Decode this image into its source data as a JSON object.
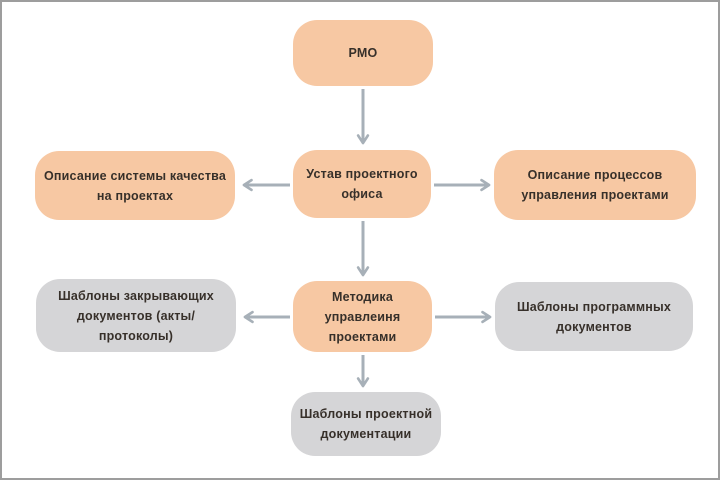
{
  "diagram": {
    "type": "flowchart",
    "colors": {
      "background": "#ffffff",
      "node_primary": "#f7c8a3",
      "node_secondary": "#d5d5d7",
      "arrow": "#a7b0b8",
      "text": "#37302a",
      "frame_border": "#9d9d9d"
    },
    "nodes": [
      {
        "id": "pmo",
        "type": "primary",
        "label": "РМО"
      },
      {
        "id": "ustav",
        "type": "primary",
        "label": "Устав проектного\nофиса"
      },
      {
        "id": "quality",
        "type": "primary",
        "label": "Описание системы качества\nна проектах"
      },
      {
        "id": "processes",
        "type": "primary",
        "label": "Описание процессов\nуправления проектами"
      },
      {
        "id": "metodika",
        "type": "primary",
        "label": "Методика\nуправлеиня\nпроектами"
      },
      {
        "id": "closing",
        "type": "secondary",
        "label": "Шаблоны закрывающих\nдокументов (акты/\nпротоколы)"
      },
      {
        "id": "program",
        "type": "secondary",
        "label": "Шаблоны программных\nдокументов"
      },
      {
        "id": "projectdocs",
        "type": "secondary",
        "label": "Шаблоны проектной\nдокументации"
      }
    ],
    "edges": [
      {
        "from": "РМО",
        "to": "Устав проектного офиса",
        "direction": "down"
      },
      {
        "from": "Устав проектного офиса",
        "to": "Описание системы качества на проектах",
        "direction": "left"
      },
      {
        "from": "Устав проектного офиса",
        "to": "Описание процессов управления проектами",
        "direction": "right"
      },
      {
        "from": "Устав проектного офиса",
        "to": "Методика управлеиня проектами",
        "direction": "down"
      },
      {
        "from": "Методика управлеиня проектами",
        "to": "Шаблоны закрывающих документов (акты/протоколы)",
        "direction": "left"
      },
      {
        "from": "Методика управлеиня проектами",
        "to": "Шаблоны программных документов",
        "direction": "right"
      },
      {
        "from": "Методика управлеиня проектами",
        "to": "Шаблоны проектной документации",
        "direction": "down"
      }
    ]
  }
}
